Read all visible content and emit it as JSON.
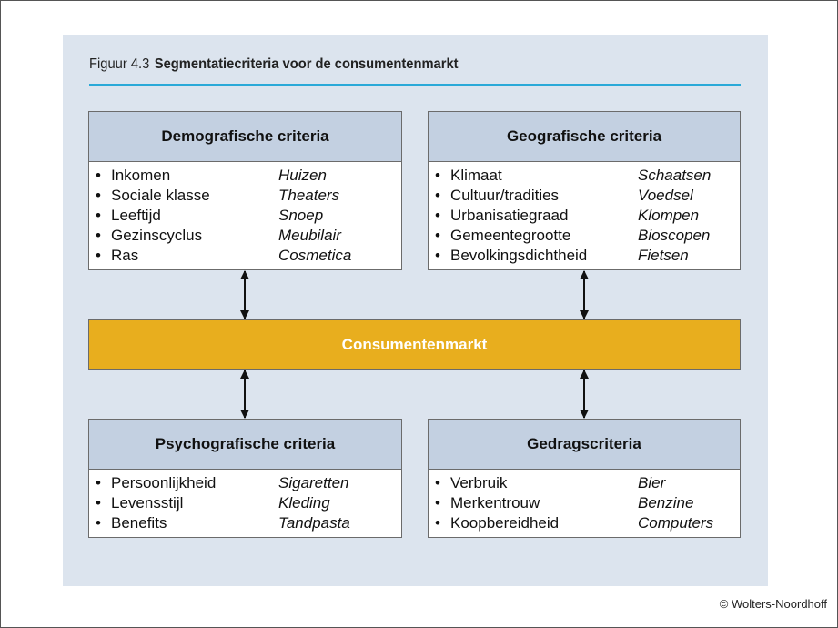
{
  "figure": {
    "number": "Figuur 4.3",
    "title": "Segmentatiecriteria voor de consumentenmarkt"
  },
  "boxes": {
    "demografisch": {
      "title": "Demografische criteria",
      "rows": [
        {
          "criterion": "Inkomen",
          "example": "Huizen"
        },
        {
          "criterion": "Sociale klasse",
          "example": "Theaters"
        },
        {
          "criterion": "Leeftijd",
          "example": "Snoep"
        },
        {
          "criterion": "Gezinscyclus",
          "example": "Meubilair"
        },
        {
          "criterion": "Ras",
          "example": "Cosmetica"
        }
      ]
    },
    "geografisch": {
      "title": "Geografische criteria",
      "rows": [
        {
          "criterion": "Klimaat",
          "example": "Schaatsen"
        },
        {
          "criterion": "Cultuur/tradities",
          "example": "Voedsel"
        },
        {
          "criterion": "Urbanisatiegraad",
          "example": "Klompen"
        },
        {
          "criterion": "Gemeentegrootte",
          "example": "Bioscopen"
        },
        {
          "criterion": "Bevolkingsdichtheid",
          "example": "Fietsen"
        }
      ]
    },
    "psychografisch": {
      "title": "Psychografische criteria",
      "rows": [
        {
          "criterion": "Persoonlijkheid",
          "example": "Sigaretten"
        },
        {
          "criterion": "Levensstijl",
          "example": "Kleding"
        },
        {
          "criterion": "Benefits",
          "example": "Tandpasta"
        }
      ]
    },
    "gedrag": {
      "title": "Gedragscriteria",
      "rows": [
        {
          "criterion": "Verbruik",
          "example": "Bier"
        },
        {
          "criterion": "Merkentrouw",
          "example": "Benzine"
        },
        {
          "criterion": "Koopbereidheid",
          "example": "Computers"
        }
      ]
    }
  },
  "center": {
    "label": "Consumentenmarkt"
  },
  "bullet": "•",
  "copyright": "© Wolters-Noordhoff",
  "colors": {
    "panel_background": "#dce4ee",
    "box_header": "#c3d0e1",
    "center_box": "#e8ae1e",
    "title_rule": "#2aa9d8"
  }
}
